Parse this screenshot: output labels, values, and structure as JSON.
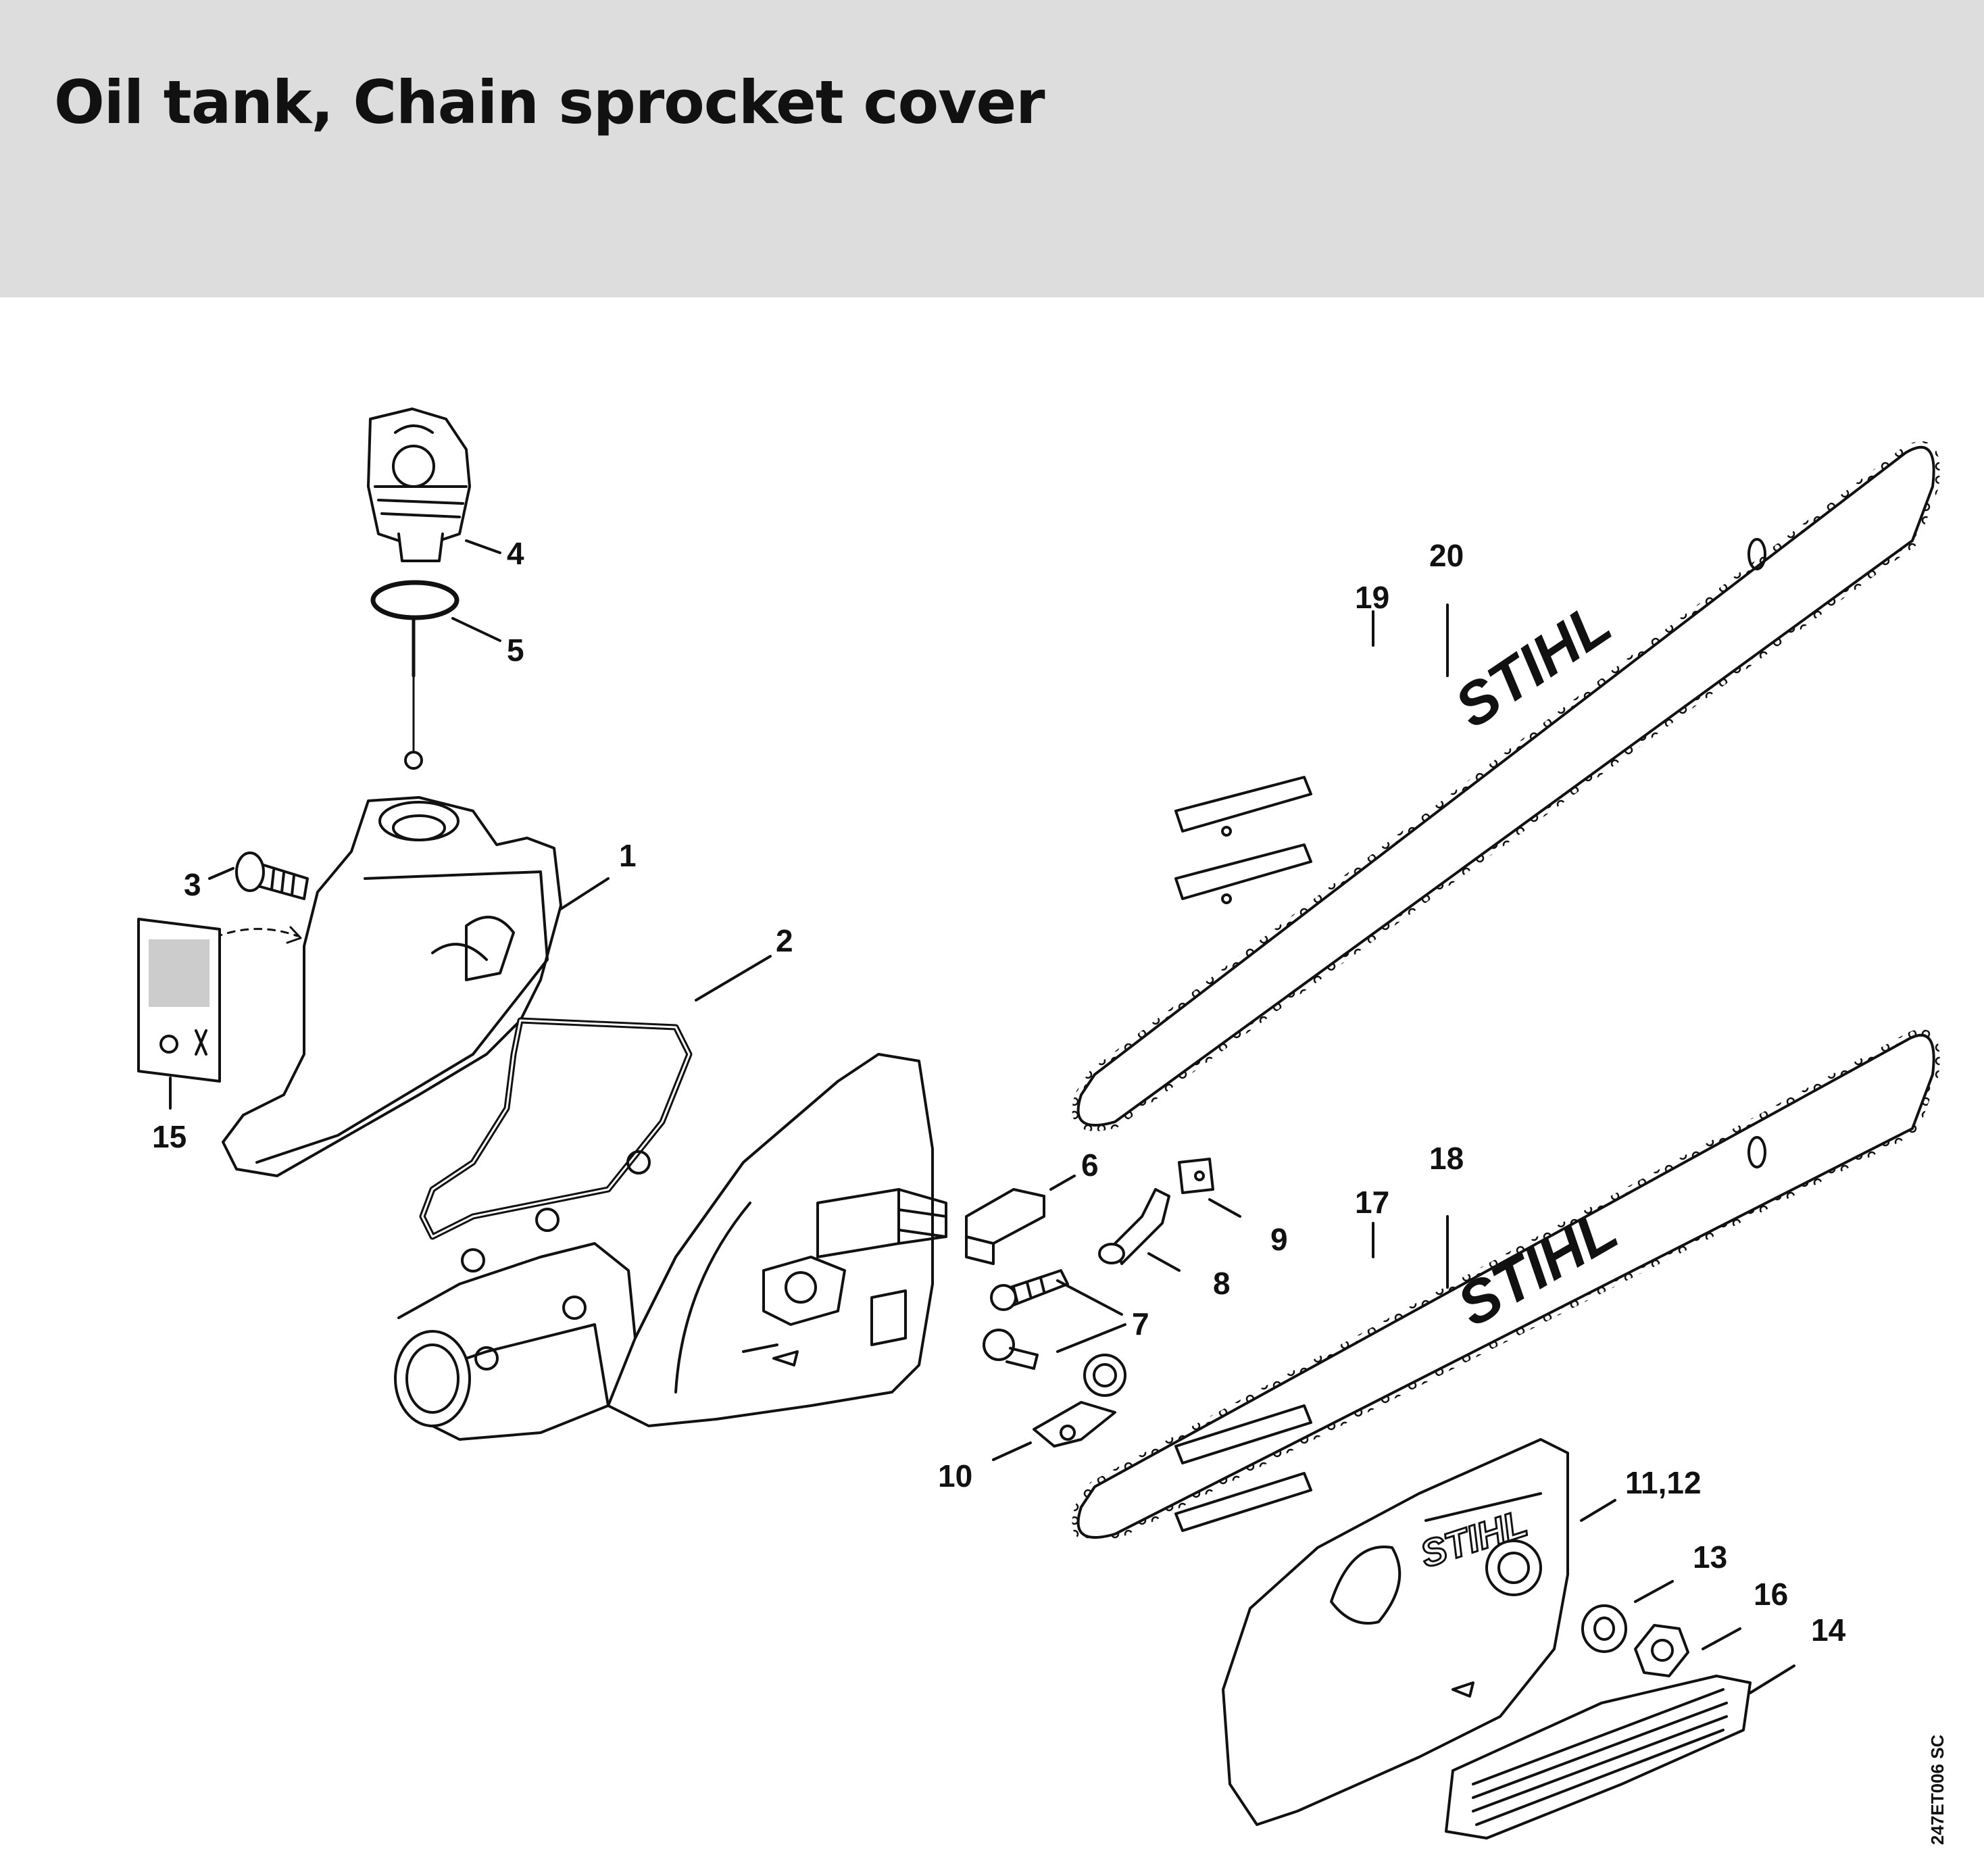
{
  "header": {
    "title": "Oil tank, Chain sprocket cover"
  },
  "callouts": [
    {
      "id": "c1",
      "label": "1"
    },
    {
      "id": "c2",
      "label": "2"
    },
    {
      "id": "c3",
      "label": "3"
    },
    {
      "id": "c4",
      "label": "4"
    },
    {
      "id": "c5",
      "label": "5"
    },
    {
      "id": "c6",
      "label": "6"
    },
    {
      "id": "c7",
      "label": "7"
    },
    {
      "id": "c8",
      "label": "8"
    },
    {
      "id": "c9",
      "label": "9"
    },
    {
      "id": "c10",
      "label": "10"
    },
    {
      "id": "c11",
      "label": "11,12"
    },
    {
      "id": "c13",
      "label": "13"
    },
    {
      "id": "c14",
      "label": "14"
    },
    {
      "id": "c15",
      "label": "15"
    },
    {
      "id": "c16",
      "label": "16"
    },
    {
      "id": "c17",
      "label": "17"
    },
    {
      "id": "c18",
      "label": "18"
    },
    {
      "id": "c19",
      "label": "19"
    },
    {
      "id": "c20",
      "label": "20"
    }
  ],
  "logos": {
    "bar_upper": "STIHL",
    "bar_lower": "STIHL",
    "cover": "STIHL"
  },
  "footer": {
    "doc_id": "247ET006 SC"
  }
}
